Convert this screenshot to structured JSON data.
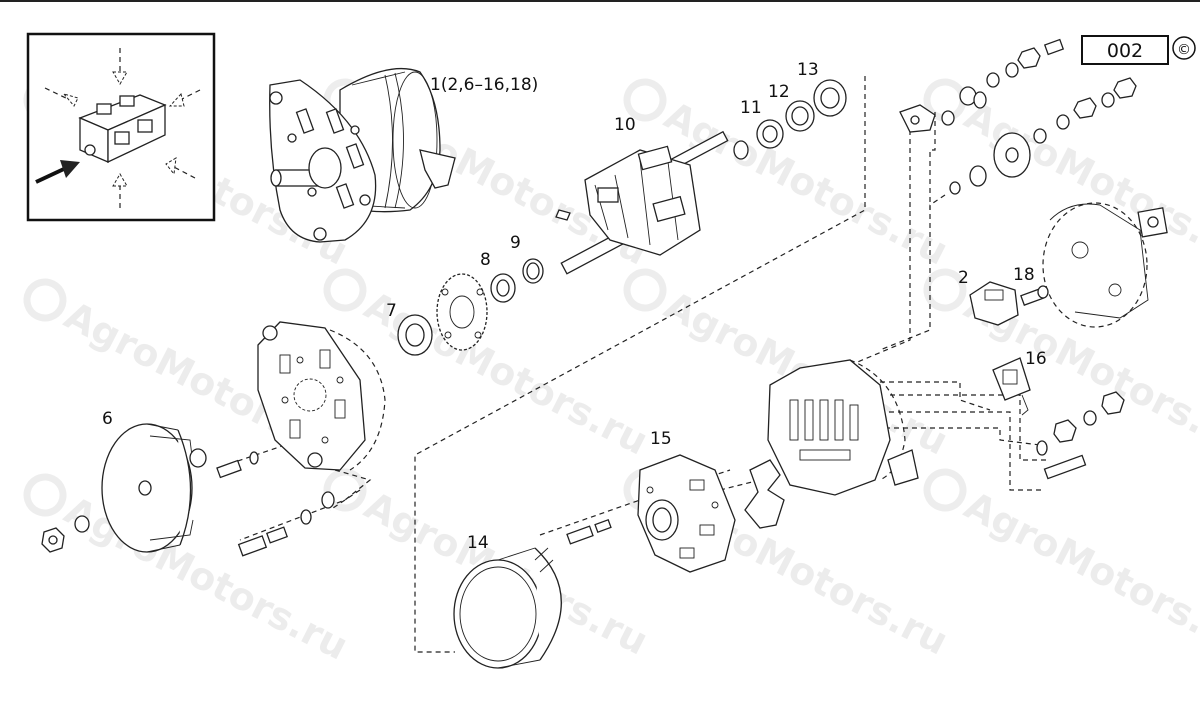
{
  "page": {
    "code": "002",
    "copyright_symbol": "©"
  },
  "watermark": {
    "text": "AgroMotors.ru"
  },
  "labels": {
    "p1": "1(2,6–16,18)",
    "p2": "2",
    "p6": "6",
    "p7": "7",
    "p8": "8",
    "p9": "9",
    "p10": "10",
    "p11": "11",
    "p12": "12",
    "p13": "13",
    "p14": "14",
    "p15": "15",
    "p16": "16",
    "p18": "18"
  },
  "colors": {
    "line": "#222222",
    "background": "#ffffff",
    "watermark": "#000000"
  }
}
